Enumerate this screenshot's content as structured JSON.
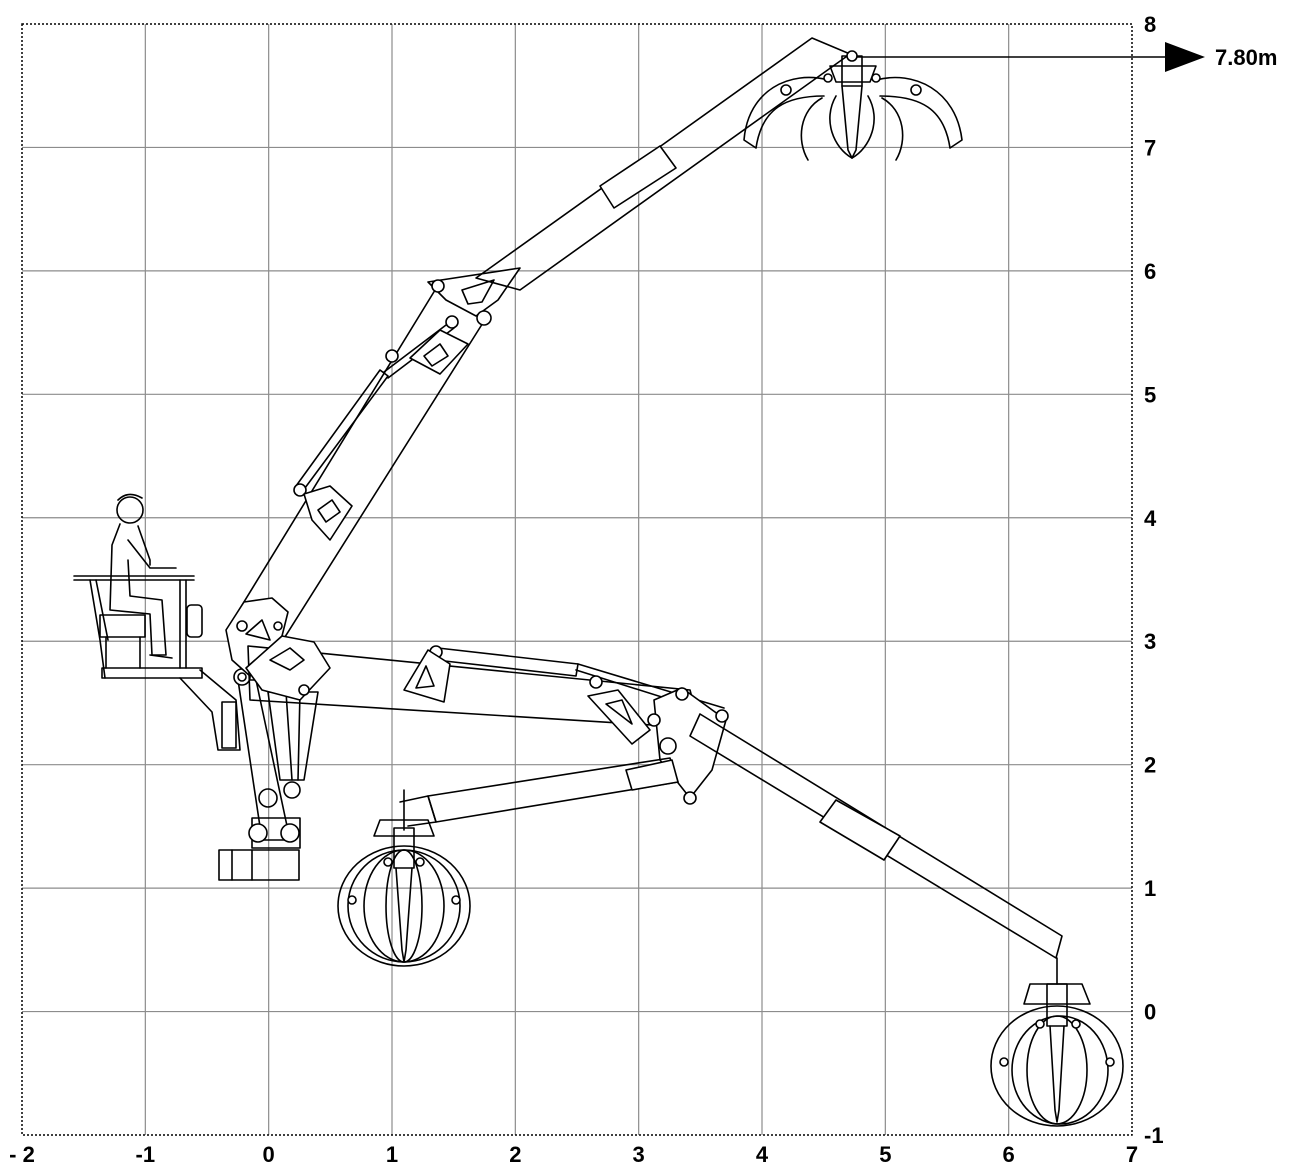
{
  "diagram": {
    "x_ticks": [
      "- 2",
      "-1",
      "0",
      "1",
      "2",
      "3",
      "4",
      "5",
      "6",
      "7"
    ],
    "y_ticks": [
      "-1",
      "0",
      "1",
      "2",
      "3",
      "4",
      "5",
      "6",
      "7",
      "8"
    ],
    "max_reach_label": "7.80m",
    "x_range": [
      -2,
      7
    ],
    "y_range": [
      -1,
      8
    ],
    "grid": true,
    "units": "m"
  }
}
